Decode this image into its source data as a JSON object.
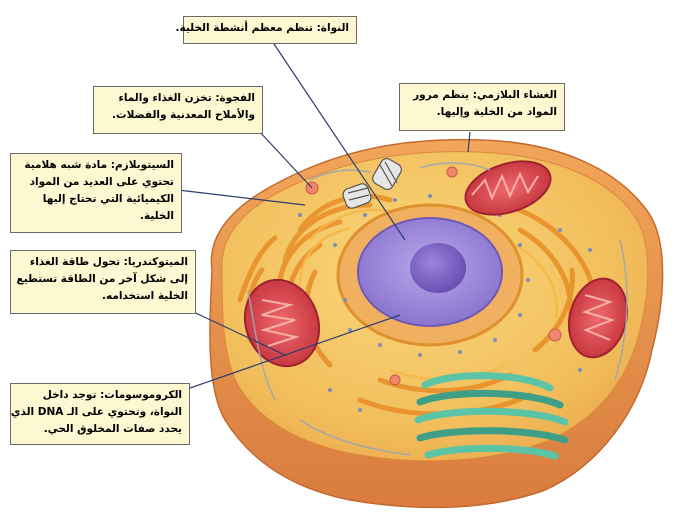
{
  "labels": {
    "nucleus": {
      "lines": [
        "النواة: تنظم معظم أنشطة الخلية."
      ]
    },
    "vacuole": {
      "lines": [
        "الفجوة: تخزن الغذاء والماء",
        "والأملاح المعدنية والفضلات."
      ]
    },
    "membrane": {
      "lines": [
        "الغشاء البلازمي: ينظم مرور",
        "المواد من الخلية وإليها."
      ]
    },
    "cytoplasm": {
      "lines": [
        "السيتوبلازم: مادة شبه هلامية",
        "تحتوي على العديد من المواد",
        "الكيميائية التي تحتاج إليها",
        "الخلية."
      ]
    },
    "mitochondria": {
      "lines": [
        "الميتوكندريا: تحول طاقة الغذاء",
        "إلى شكل آخر من الطاقة تستطيع",
        "الخلية استخدامه."
      ]
    },
    "chromosomes": {
      "lines": [
        "الكروموسومات: توجد داخل",
        "النواة، وتحتوي على الـ DNA الذي",
        "يحدد صفات المخلوق الحي."
      ]
    }
  },
  "colors": {
    "label_bg": "#fdf8d2",
    "cell_top": "#f4c060",
    "cell_side": "#ec9a52",
    "nucleus": "#9b86d6",
    "nucleolus": "#7e63c4",
    "mitochondria": "#d8404a",
    "golgi": "#54b79a",
    "er": "#f0a030"
  }
}
